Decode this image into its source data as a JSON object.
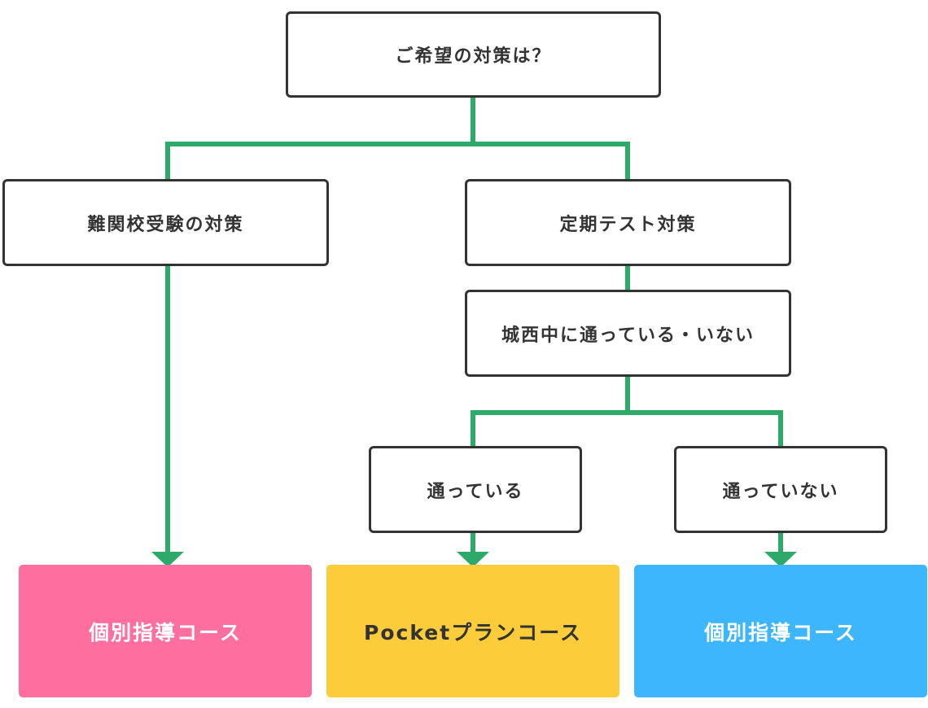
{
  "nodes": {
    "root": "ご希望の対策は？",
    "entrance_exam": "難関校受験の対策",
    "periodic_test": "定期テスト対策",
    "school_question": "城西中に通っている・いない",
    "attending": "通っている",
    "not_attending": "通っていない"
  },
  "results": {
    "left": "個別指導コース",
    "middle": "Pocketプランコース",
    "right": "個別指導コース"
  },
  "colors": {
    "connector": "#2daa69",
    "box_border": "#333333",
    "result_left": "#fe6f9f",
    "result_middle": "#fdcc3a",
    "result_right": "#3eb6fd",
    "result_text_light": "#ffffff",
    "result_text_dark": "#333333"
  }
}
